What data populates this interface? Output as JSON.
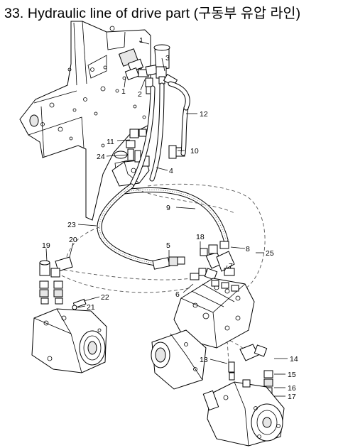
{
  "title": "33. Hydraulic line of drive part (구동부 유압 라인)",
  "callouts": {
    "c1a": "1",
    "c1b": "1",
    "c2": "2",
    "c3": "3",
    "c4": "4",
    "c5": "5",
    "c6": "6",
    "c7": "7",
    "c8": "8",
    "c9": "9",
    "c10": "10",
    "c11": "11",
    "c12": "12",
    "c13": "13",
    "c14": "14",
    "c15": "15",
    "c16": "16",
    "c17": "17",
    "c18": "18",
    "c19": "19",
    "c20": "20",
    "c21": "21",
    "c22": "22",
    "c23": "23",
    "c24": "24",
    "c25": "25"
  }
}
